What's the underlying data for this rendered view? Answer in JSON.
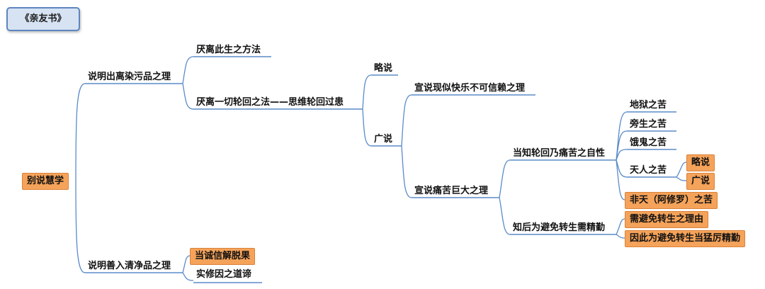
{
  "title": "《亲友书》",
  "nodes": {
    "root": "别说慧学",
    "a": "说明出离染污品之理",
    "a1": "厌离此生之方法",
    "a2": "厌离一切轮回之法——思维轮回过患",
    "a2a": "略说",
    "a2b": "广说",
    "a2b1": "宣说现似快乐不可信赖之理",
    "a2b2": "宣说痛苦巨大之理",
    "a2b2a": "当知轮回乃痛苦之自性",
    "hell": "地狱之苦",
    "animal": "旁生之苦",
    "ghost": "饿鬼之苦",
    "god": "天人之苦",
    "god_brief": "略说",
    "god_detail": "广说",
    "asura": "非天（阿修罗）之苦",
    "a2b2b": "知后为避免转生需精勤",
    "avoid1": "需避免转生之理由",
    "avoid2": "因此为避免转生当猛厉精勤",
    "b": "说明善入清净品之理",
    "b1": "当诚信解脱果",
    "b2": "实修因之道谛"
  }
}
